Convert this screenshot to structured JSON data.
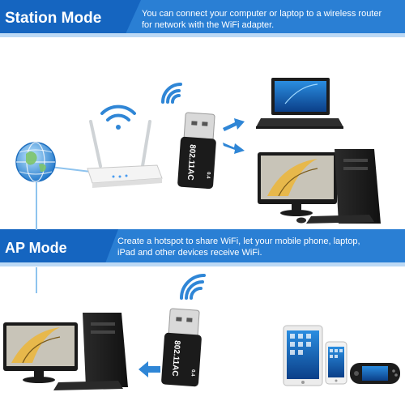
{
  "station": {
    "title": "Station Mode",
    "line1": "You can connect your computer or laptop to a wireless router",
    "line2": "for network with the WiFi adapter."
  },
  "ap": {
    "title": "AP Mode",
    "line1": "Create a hotspot to share WiFi, let your mobile phone, laptop,",
    "line2": "iPad and other devices receive WiFi."
  },
  "adapter": {
    "label": "802.11AC",
    "led": "0.4"
  },
  "colors": {
    "banner_dark": "#1565c0",
    "banner_light": "#2a7fd4",
    "arrow": "#2f86d6",
    "connector": "#8ec3ee"
  },
  "icons": [
    "globe-icon",
    "wifi-icon",
    "arrow-right-icon",
    "arrow-left-icon"
  ]
}
